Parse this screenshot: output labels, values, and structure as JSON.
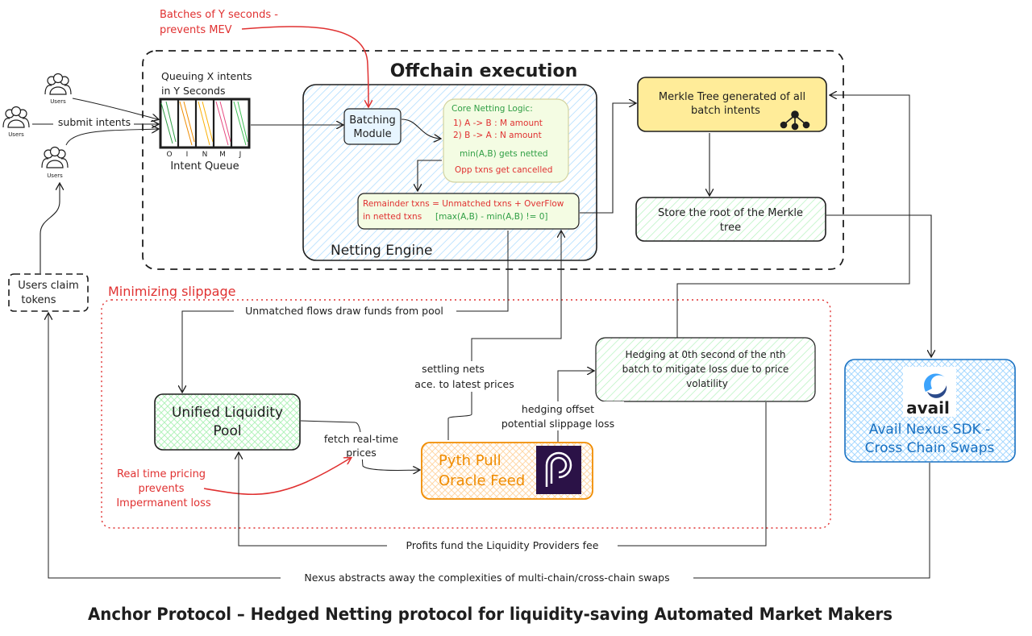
{
  "title": "Anchor Protocol – Hedged Netting protocol for liquidity-saving Automated Market Makers",
  "colors": {
    "ink": "#1e1e1e",
    "red": "#e03131",
    "green": "#2f9e44",
    "orange": "#f08c00",
    "blue": "#1971c2",
    "blue_hatch": "#a5d8ff",
    "green_hatch": "#b2f2bb",
    "yellow_fill": "#ffec99",
    "orange_fill": "#fff4e6",
    "pyth_purple": "#2b1247"
  },
  "users": {
    "label": "Users",
    "submit_label": "submit intents",
    "claim_line1": "Users claim",
    "claim_line2": "tokens"
  },
  "queue": {
    "caption_line1": "Queuing X intents",
    "caption_line2": "in Y Seconds",
    "slot_labels": [
      "O",
      "I",
      "N",
      "M",
      "J"
    ],
    "label": "Intent Queue"
  },
  "mev_note": {
    "line1": "Batches of Y seconds -",
    "line2": "prevents MEV"
  },
  "offchain": {
    "title": "Offchain execution"
  },
  "netting_engine": {
    "label": "Netting Engine",
    "batching_line1": "Batching",
    "batching_line2": "Module",
    "core_title": "Core Netting Logic:",
    "core_line1": "1) A -> B : M amount",
    "core_line2": "2) B -> A : N amount",
    "core_line3": "min(A,B) gets netted",
    "core_line4": "Opp txns get cancelled",
    "remainder_line1": "Remainder txns =  Unmatched txns + OverFlow",
    "remainder_line2_a": "in netted txns",
    "remainder_line2_b": "[max(A,B) - min(A,B) != 0]"
  },
  "merkle": {
    "line1": "Merkle Tree generated of all",
    "line2": "batch intents",
    "icon": "tree-network-icon",
    "store_line1": "Store the root of the Merkle",
    "store_line2": "tree"
  },
  "slippage": {
    "title": "Minimizing slippage",
    "unmatched_label": "Unmatched flows draw funds from pool",
    "pool_line1": "Unified Liquidity",
    "pool_line2": "Pool",
    "settling_line1": "settling nets",
    "settling_line2": "ace. to latest prices",
    "hedging_line1": "Hedging at 0th second of the nth",
    "hedging_line2": "batch to mitigate loss due to price",
    "hedging_line3": "volatility",
    "hedge_offset_line1": "hedging offset",
    "hedge_offset_line2": "potential slippage loss",
    "fetch_line1": "fetch real-time",
    "fetch_line2": "prices",
    "pyth_line1": "Pyth Pull",
    "pyth_line2": "Oracle Feed",
    "pricing_line1": "Real time pricing",
    "pricing_line2": "prevents",
    "pricing_line3": "Impermanent loss"
  },
  "avail": {
    "logo_text": "avail",
    "line1": "Avail Nexus SDK -",
    "line2": "Cross Chain Swaps"
  },
  "profits_label": "Profits fund the Liquidity Providers fee",
  "nexus_label": "Nexus abstracts away the complexities of multi-chain/cross-chain swaps"
}
